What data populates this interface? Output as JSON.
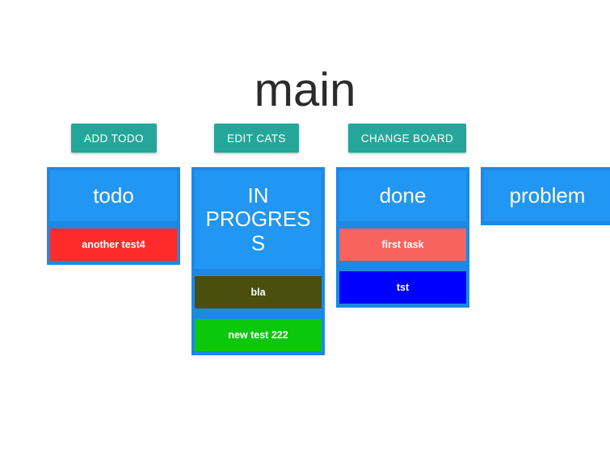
{
  "board": {
    "title": "main"
  },
  "toolbar": {
    "buttons": [
      {
        "label": "ADD TODO",
        "name": "add-todo-button"
      },
      {
        "label": "EDIT CATS",
        "name": "edit-cats-button"
      },
      {
        "label": "CHANGE BOARD",
        "name": "change-board-button"
      }
    ],
    "accent_color": "#26a69a",
    "text_color": "#ffffff"
  },
  "colors": {
    "column_background": "#1e88e5",
    "column_header_background": "#2196f3",
    "page_background": "#ffffff",
    "title_color": "#2b2b2b"
  },
  "columns": [
    {
      "id": "todo",
      "title": "todo",
      "uppercase": false,
      "cards": [
        {
          "label": "another test4",
          "color": "#ff2b2b"
        }
      ]
    },
    {
      "id": "in-progress",
      "title": "IN PROGRESS",
      "uppercase": true,
      "cards": [
        {
          "label": "bla",
          "color": "#4a4f0e"
        },
        {
          "label": "new test 222",
          "color": "#0cc80c"
        }
      ]
    },
    {
      "id": "done",
      "title": "done",
      "uppercase": false,
      "cards": [
        {
          "label": "first task",
          "color": "#f9635f"
        },
        {
          "label": "tst",
          "color": "#0000ff"
        }
      ]
    },
    {
      "id": "problem",
      "title": "problem",
      "uppercase": false,
      "cards": []
    }
  ]
}
